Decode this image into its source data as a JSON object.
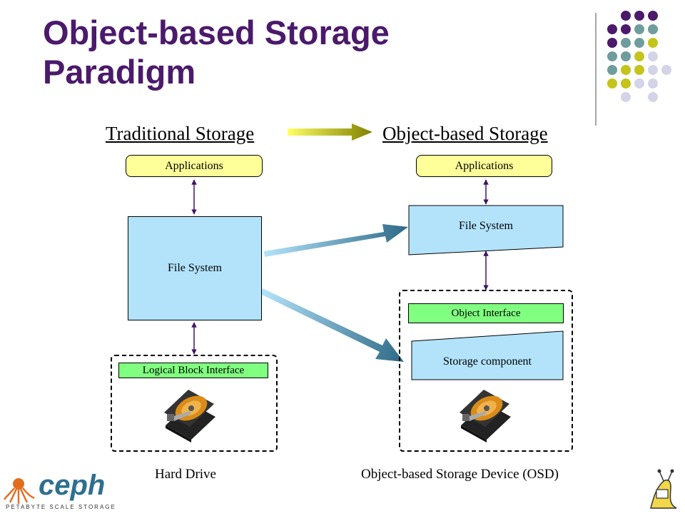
{
  "slide": {
    "title_line1": "Object-based Storage",
    "title_line2": "Paradigm"
  },
  "left": {
    "heading": "Traditional Storage",
    "applications": "Applications",
    "file_system": "File System",
    "block_interface": "Logical Block Interface",
    "caption": "Hard Drive"
  },
  "right": {
    "heading": "Object-based Storage",
    "applications": "Applications",
    "file_system": "File System",
    "object_interface": "Object Interface",
    "storage_component": "Storage component",
    "caption": "Object-based Storage Device (OSD)"
  },
  "logo": {
    "brand": "ceph",
    "tagline": "PETABYTE SCALE STORAGE"
  },
  "colors": {
    "title": "#4b1a6b",
    "applications_fill": "#ffff99",
    "file_system_fill": "#b3e3fb",
    "interface_fill": "#80ff80",
    "connector": "#3d1560",
    "transition_arrow_start": "#ffff66",
    "transition_arrow_end": "#808000",
    "flow_arrow_start": "#b3e3fb",
    "flow_arrow_end": "#2f6a86",
    "dot_purple": "#4b1a6b",
    "dot_teal": "#6f9c9c",
    "dot_olive": "#c4c41a",
    "dot_lavender": "#d4d4e8"
  },
  "icons": [
    "dot-grid-decoration",
    "hard-drive-icon",
    "transition-arrow",
    "ceph-octopus-logo",
    "slug-mascot-icon"
  ]
}
